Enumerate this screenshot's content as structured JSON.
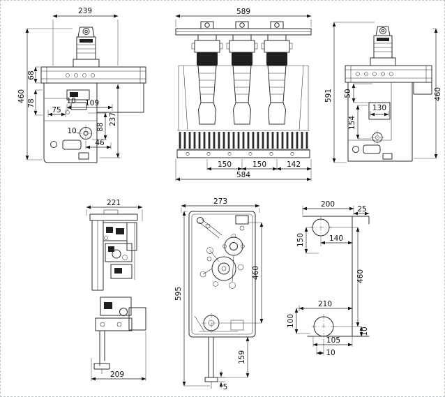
{
  "page": {
    "background": "#ffffff",
    "border_color": "#b9c6d2",
    "line_color": "#2b2b2b"
  },
  "views": {
    "pole_side_left": {
      "dims": {
        "top_width": "239",
        "overall_height": "460",
        "beam_height": "68",
        "bracket_height": "78",
        "slot_width": "75",
        "hole_upper": "10",
        "offset_width": "109",
        "frame_height": "237",
        "hole_lower": "10",
        "shaft_height": "88",
        "shaft_offset": "46"
      }
    },
    "front_view": {
      "dims": {
        "top_width": "589",
        "pole_pitch_1": "150",
        "pole_pitch_2": "150",
        "end_offset": "142",
        "bottom_width": "584"
      }
    },
    "pole_side_right": {
      "dims": {
        "overall_height": "591",
        "frame_height": "460",
        "upper_offset": "50",
        "box_width": "130",
        "lower_offset": "154"
      }
    },
    "mechanism_side": {
      "dims": {
        "top_width": "221",
        "bottom_width": "209"
      }
    },
    "mechanism_front": {
      "dims": {
        "top_width": "273",
        "overall_height": "595",
        "plate_height": "460",
        "foot_height": "159",
        "foot_thickness": "5"
      }
    },
    "mounting_layout": {
      "dims": {
        "top_width": "200",
        "top_offset": "25",
        "upper_hole_drop": "150",
        "hole_to_edge": "140",
        "hole_pitch_v": "460",
        "lower_width": "210",
        "lower_hole_drop": "100",
        "lower_offset": "105",
        "edge_gap_bottom": "10",
        "edge_gap_right": "10"
      }
    }
  }
}
